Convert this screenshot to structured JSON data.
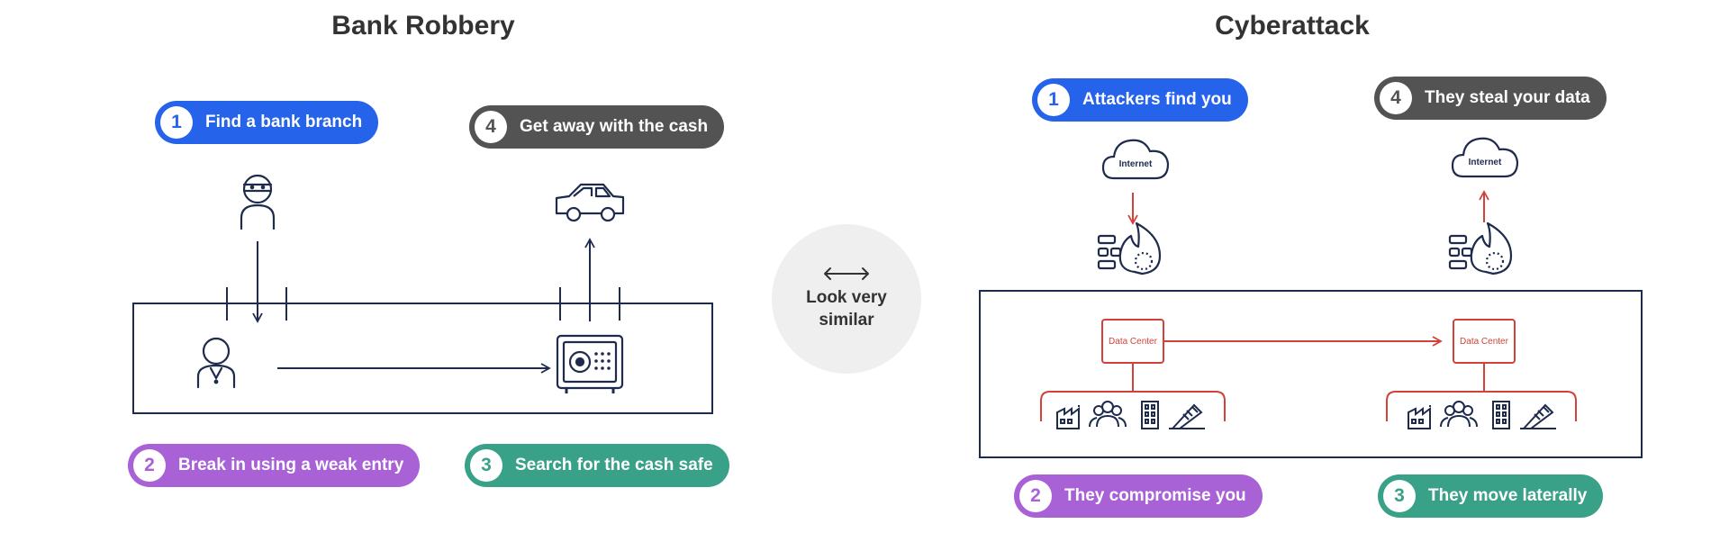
{
  "left": {
    "title": "Bank Robbery",
    "steps": [
      {
        "num": "1",
        "label": "Find a bank branch"
      },
      {
        "num": "2",
        "label": "Break in using a weak entry"
      },
      {
        "num": "3",
        "label": "Search for the cash safe"
      },
      {
        "num": "4",
        "label": "Get away with the cash"
      }
    ]
  },
  "center": {
    "label": "Look very similar"
  },
  "right": {
    "title": "Cyberattack",
    "steps": [
      {
        "num": "1",
        "label": "Attackers find you"
      },
      {
        "num": "2",
        "label": "They compromise you"
      },
      {
        "num": "3",
        "label": "They move laterally"
      },
      {
        "num": "4",
        "label": "They steal your data"
      }
    ],
    "cloud_label": "Internet",
    "node_label": "Data Center"
  },
  "icons": [
    "robber-icon",
    "car-icon",
    "person-icon",
    "safe-icon",
    "cloud-icon",
    "firewall-icon",
    "factory-icon",
    "people-icon",
    "building-icon",
    "tools-icon"
  ],
  "colors": {
    "navy": "#1e2b4d",
    "red": "#d2423a",
    "blue": "#2663eb",
    "gray": "#535353",
    "purple": "#a862d6",
    "teal": "#3aa189"
  }
}
